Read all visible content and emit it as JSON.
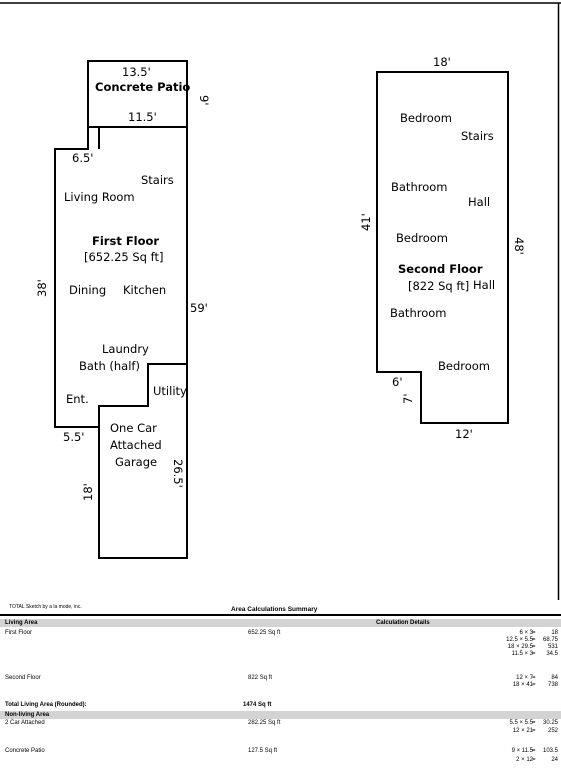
{
  "first_floor": {
    "title": "First Floor",
    "area_label": "[652.25 Sq ft]",
    "rooms": [
      "Stairs",
      "Living Room",
      "Dining",
      "Kitchen",
      "Laundry",
      "Bath (half)",
      "Utility",
      "Ent."
    ],
    "dims": [
      "13.5'",
      "9'",
      "11.5'",
      "6.5'",
      "38'",
      "59'",
      "5.5'"
    ],
    "patio_label": "Concrete Patio"
  },
  "garage": {
    "label_lines": [
      "One Car",
      "Attached",
      "Garage"
    ],
    "dims": [
      "26.5'",
      "18'"
    ]
  },
  "second_floor": {
    "title": "Second Floor",
    "area_label": "[822 Sq ft]",
    "rooms": [
      "Bedroom",
      "Stairs",
      "Bathroom",
      "Hall",
      "Bedroom",
      "Hall",
      "Bathroom",
      "Bedroom"
    ],
    "dims": [
      "18'",
      "41'",
      "48'",
      "6'",
      "7'",
      "12'"
    ]
  },
  "summary": {
    "credit": "TOTAL Sketch by a la mode, inc.",
    "title": "Area Calculations Summary",
    "living_header": "Living Area",
    "details_header": "Calculation Details",
    "rows": [
      {
        "name": "First Floor",
        "area": "652.25 Sq ft",
        "calcs": [
          {
            "expr": "6 × 3",
            "result": "18"
          },
          {
            "expr": "12.5 × 5.5",
            "result": "68.75"
          },
          {
            "expr": "18 × 29.5",
            "result": "531"
          },
          {
            "expr": "11.5 × 3",
            "result": "34.5"
          }
        ]
      },
      {
        "name": "Second Floor",
        "area": "822 Sq ft",
        "calcs": [
          {
            "expr": "12 × 7",
            "result": "84"
          },
          {
            "expr": "18 × 41",
            "result": "738"
          }
        ]
      }
    ],
    "total_label": "Total Living Area (Rounded):",
    "total_value": "1474 Sq ft",
    "nonliving_header": "Non-living Area",
    "nonliving_rows": [
      {
        "name": "2 Car Attached",
        "area": "282.25 Sq ft",
        "calcs": [
          {
            "expr": "5.5 × 5.5",
            "result": "30.25"
          },
          {
            "expr": "12 × 21",
            "result": "252"
          }
        ]
      },
      {
        "name": "Concrete Patio",
        "area": "127.5 Sq ft",
        "calcs": [
          {
            "expr": "9 × 11.5",
            "result": "103.5"
          },
          {
            "expr": "2 × 12",
            "result": "24"
          }
        ]
      }
    ],
    "equals": "="
  }
}
